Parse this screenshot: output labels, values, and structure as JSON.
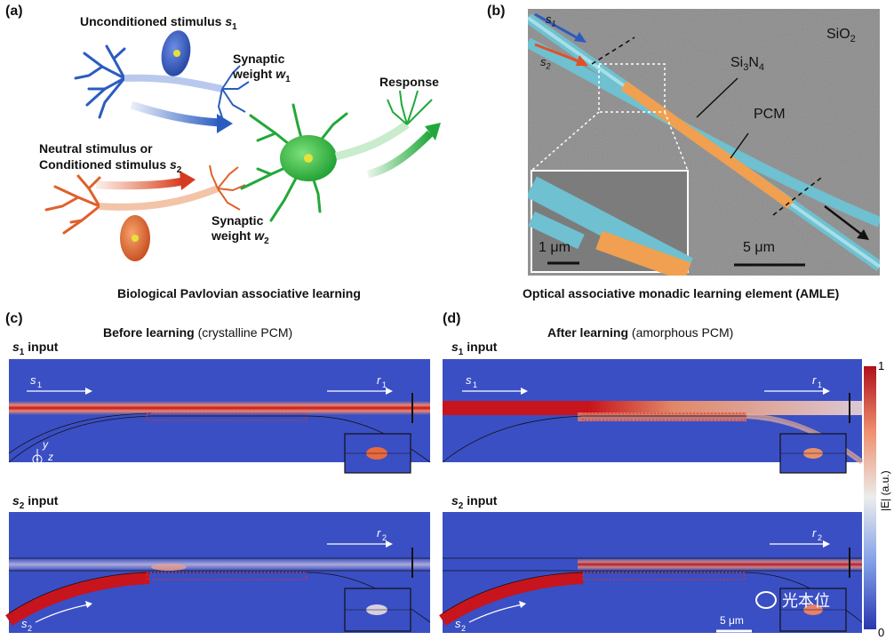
{
  "panel_a": {
    "letter": "(a)",
    "unconditioned": "Unconditioned stimulus ",
    "s1_sym": "s",
    "s1_sub": "1",
    "synaptic_w1_line1": "Synaptic",
    "synaptic_w1_line2": "weight ",
    "w_sym": "w",
    "w1_sub": "1",
    "response": "Response",
    "neutral_line1": "Neutral stimulus or",
    "neutral_line2": "Conditioned stimulus ",
    "s2_sub": "2",
    "synaptic_w2_line1": "Synaptic",
    "synaptic_w2_line2": "weight ",
    "w2_sub": "2",
    "caption": "Biological Pavlovian associative learning"
  },
  "panel_b": {
    "letter": "(b)",
    "s1": "s",
    "s1_sub": "1",
    "s2": "s",
    "s2_sub": "2",
    "sio2": "SiO",
    "sio2_sub": "2",
    "si3n4_a": "Si",
    "si3n4_sub1": "3",
    "si3n4_b": "N",
    "si3n4_sub2": "4",
    "pcm": "PCM",
    "scale_inset": "1 μm",
    "scale_main": "5 μm",
    "caption": "Optical associative monadic learning element (AMLE)"
  },
  "panel_c": {
    "letter": "(c)",
    "title_bold": "Before learning",
    "title_rest": " (crystalline PCM)",
    "s1_input": " input",
    "s2_input": " input",
    "s": "s",
    "r": "r",
    "sub1": "1",
    "sub2": "2",
    "axis_y": "y",
    "axis_z": "z",
    "axis_x": "x"
  },
  "panel_d": {
    "letter": "(d)",
    "title_bold": "After learning",
    "title_rest": " (amorphous PCM)",
    "s1_input": " input",
    "s2_input": " input",
    "scale": "5 μm"
  },
  "colorbar": {
    "max": "1",
    "min": "0",
    "label": "|E| (a.u.)"
  },
  "watermark": {
    "text": "光本位"
  },
  "colors": {
    "field_bg": "#3a4fc4",
    "field_hot": "#c8141c",
    "neuron_blue": "#2a5cc0",
    "neuron_green": "#22a83a",
    "neuron_orange": "#e0602a",
    "waveguide_cyan": "#7ccbd8",
    "pcm_orange": "#f0a050",
    "sem_gray": "#8a8a8a"
  }
}
